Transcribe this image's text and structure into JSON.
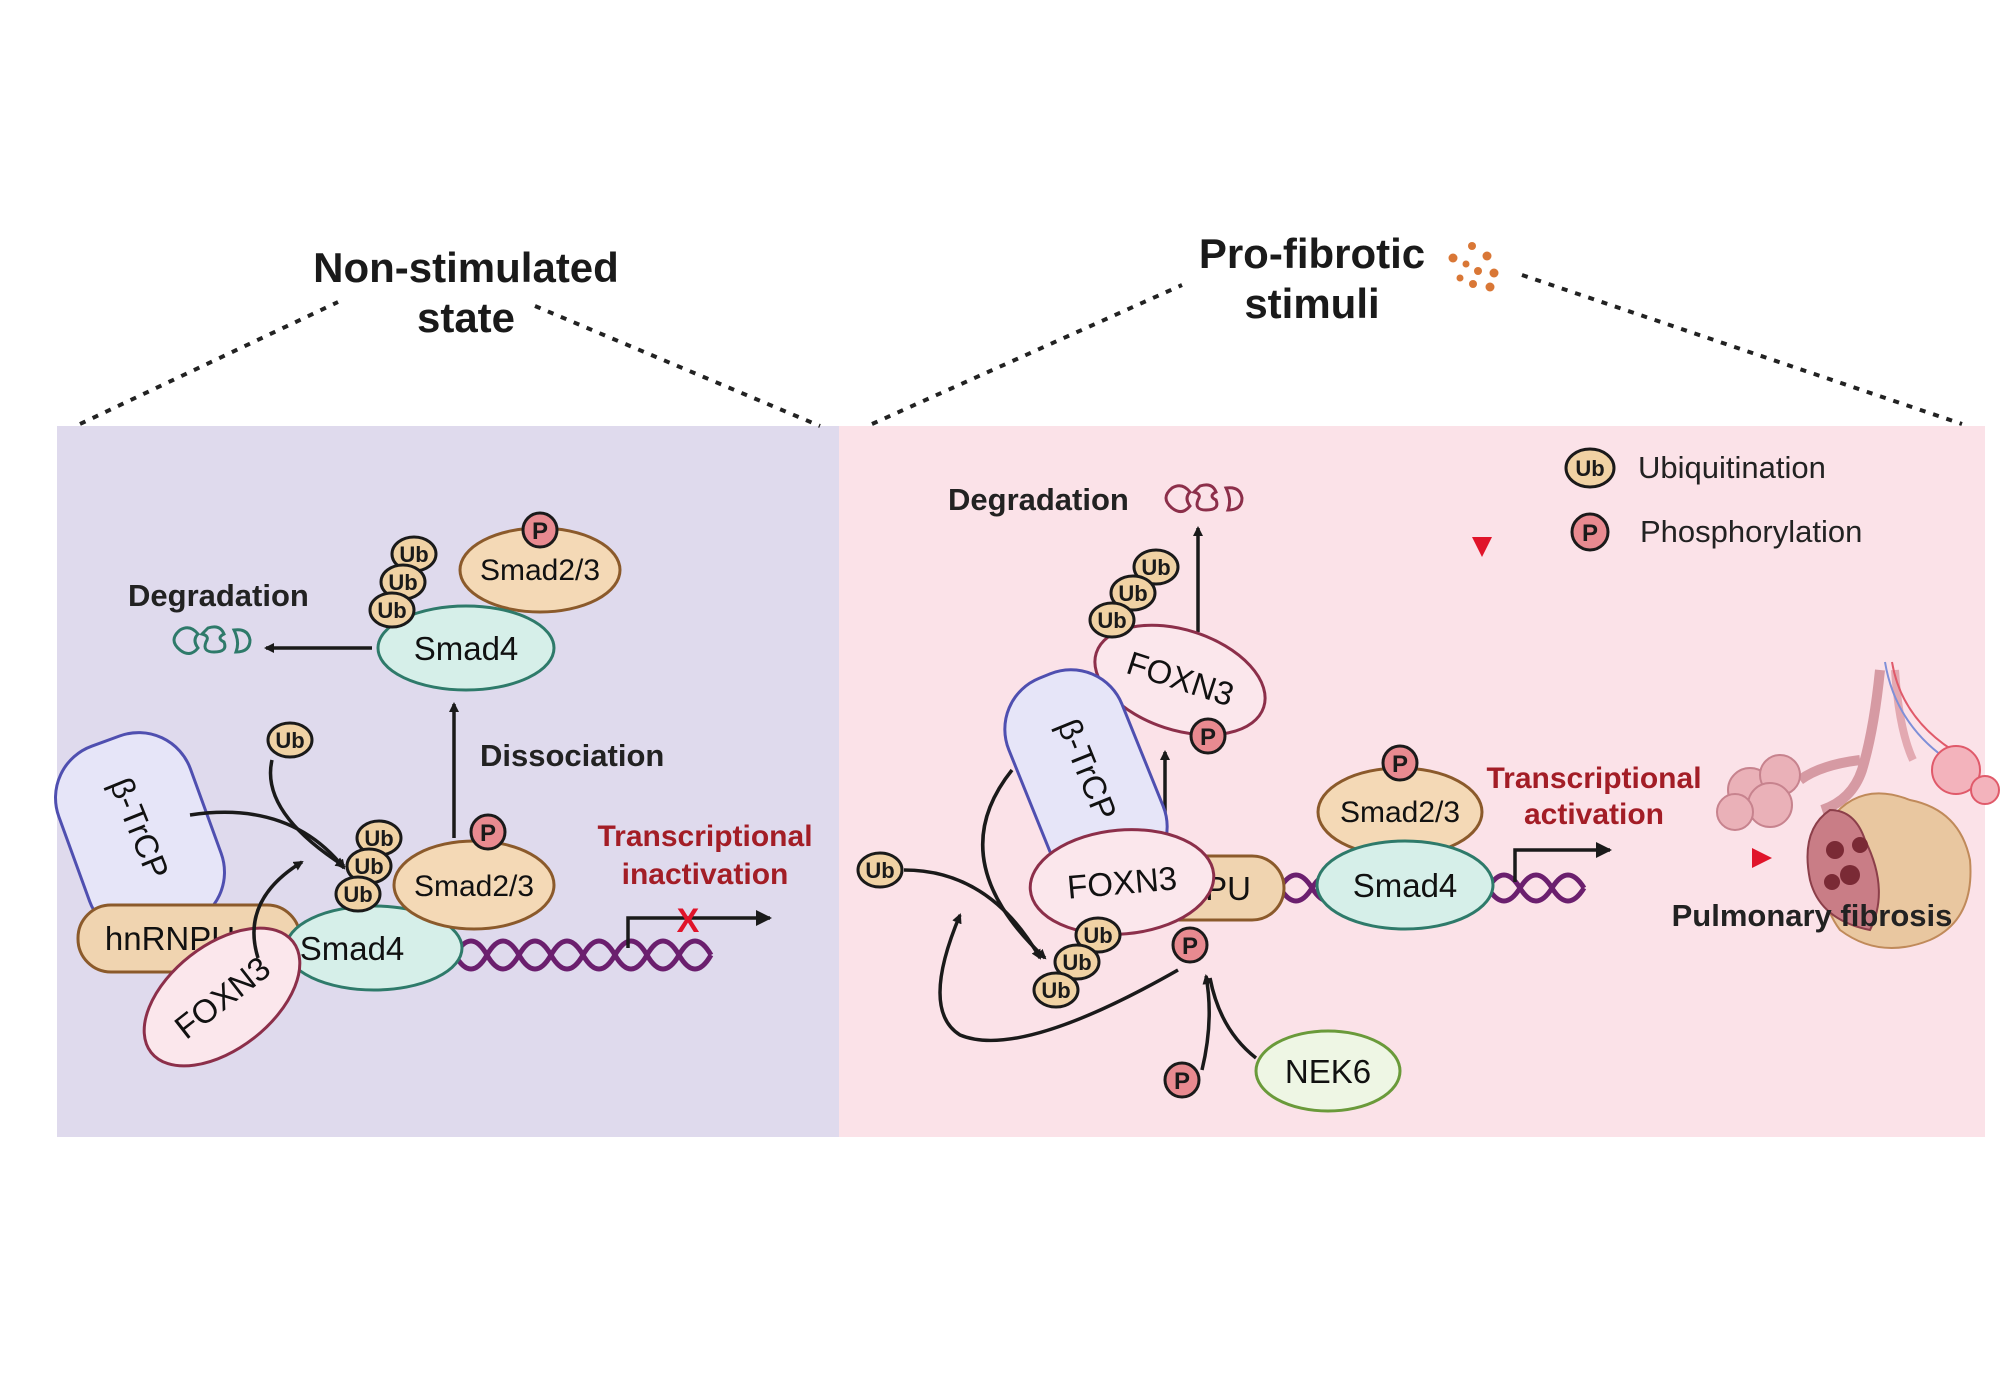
{
  "titles": {
    "left_line1": "Non-stimulated",
    "left_line2": "state",
    "right_line1": "Pro-fibrotic",
    "right_line2": "stimuli"
  },
  "legend": {
    "ub_symbol": "Ub",
    "ub_label": "Ubiquitination",
    "p_symbol": "P",
    "p_label": "Phosphorylation"
  },
  "left_panel": {
    "degradation": "Degradation",
    "dissociation": "Dissociation",
    "transcriptional_line1": "Transcriptional",
    "transcriptional_line2": "inactivation",
    "block_mark": "X",
    "smad23_top": "Smad2/3",
    "smad4_top": "Smad4",
    "btrcp": "β-TrCP",
    "hnrnpu": "hnRNPU",
    "foxn3": "FOXN3",
    "smad4_bottom": "Smad4",
    "smad23_bottom": "Smad2/3",
    "ub": "Ub",
    "p": "P"
  },
  "right_panel": {
    "degradation": "Degradation",
    "transcriptional_line1": "Transcriptional",
    "transcriptional_line2": "activation",
    "foxn3_top": "FOXN3",
    "btrcp": "β-TrCP",
    "foxn3_bottom": "FOXN3",
    "hnrnpu_partial": "PU",
    "smad23": "Smad2/3",
    "smad4": "Smad4",
    "nek6": "NEK6",
    "outcome": "Pulmonary fibrosis",
    "ub": "Ub",
    "p": "P"
  },
  "colors": {
    "left_bg": "#dfdaed",
    "right_bg": "#fbe2e8",
    "smad4_fill": "#d6efe9",
    "smad4_stroke": "#2e7a6a",
    "smad23_fill": "#f4d9b6",
    "smad23_stroke": "#8b5a2b",
    "foxn3_fill": "#fbe7ec",
    "foxn3_stroke": "#8c2f4a",
    "btrcp_fill": "#e6e5f8",
    "btrcp_stroke": "#4f4fb0",
    "hnrnpu_fill": "#f0d4b0",
    "hnrnpu_stroke": "#8b5a2b",
    "nek6_fill": "#eef6e4",
    "nek6_stroke": "#6a9a3a",
    "ub_fill": "#f0d2a4",
    "p_fill": "#e88a90",
    "dna": "#6b1f6e",
    "red_arrow": "#e0142a",
    "red_text": "#a31d26"
  }
}
